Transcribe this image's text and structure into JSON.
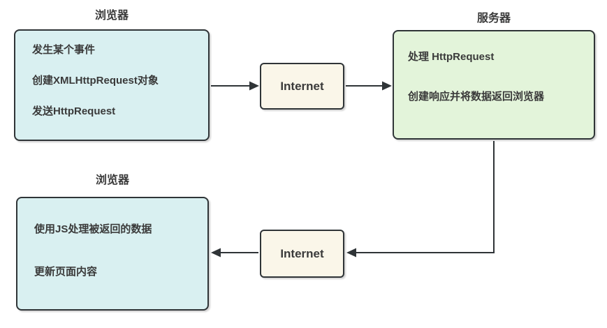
{
  "colors": {
    "background": "#ffffff",
    "browser_fill": "#d9f0f1",
    "server_fill": "#e3f4da",
    "internet_fill": "#faf6e9",
    "stroke": "#2f3437",
    "text": "#3a3a3a"
  },
  "nodes": {
    "browser_top": {
      "title": "浏览器",
      "lines": [
        "发生某个事件",
        "创建XMLHttpRequest对象",
        "发送HttpRequest"
      ]
    },
    "internet_top": {
      "label": "Internet"
    },
    "server": {
      "title": "服务器",
      "lines": [
        "处理 HttpRequest",
        "创建响应并将数据返回浏览器"
      ]
    },
    "internet_bottom": {
      "label": "Internet"
    },
    "browser_bottom": {
      "title": "浏览器",
      "lines": [
        "使用JS处理被返回的数据",
        "更新页面内容"
      ]
    }
  }
}
